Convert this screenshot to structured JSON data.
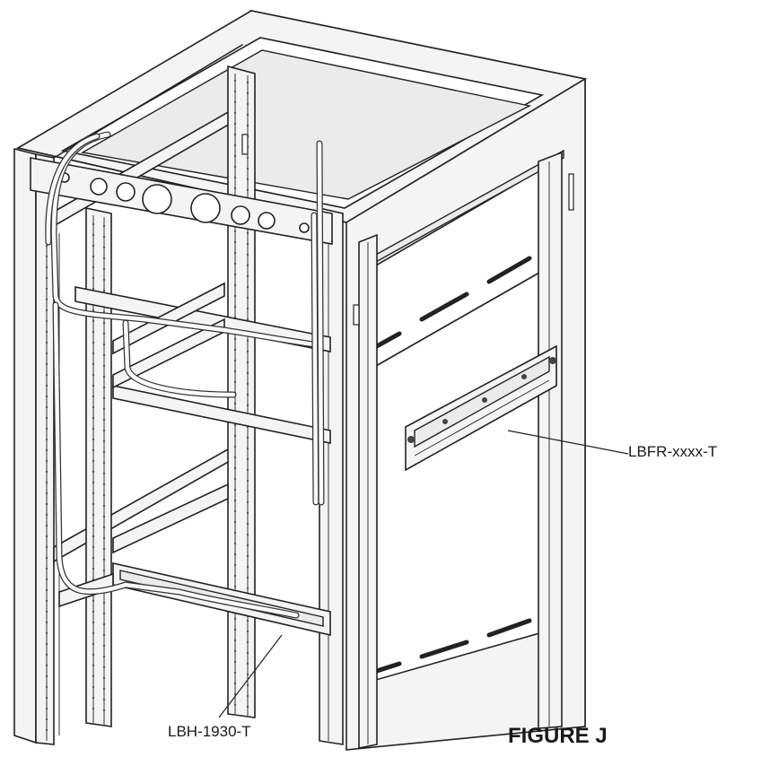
{
  "figure": {
    "title": "FIGURE J"
  },
  "callouts": {
    "side_rail": "LBFR-xxxx-T",
    "cable_bar": "LBH-1930-T"
  },
  "colors": {
    "line": "#222222",
    "panel_fill": "#f4f4f4",
    "background": "#ffffff"
  }
}
